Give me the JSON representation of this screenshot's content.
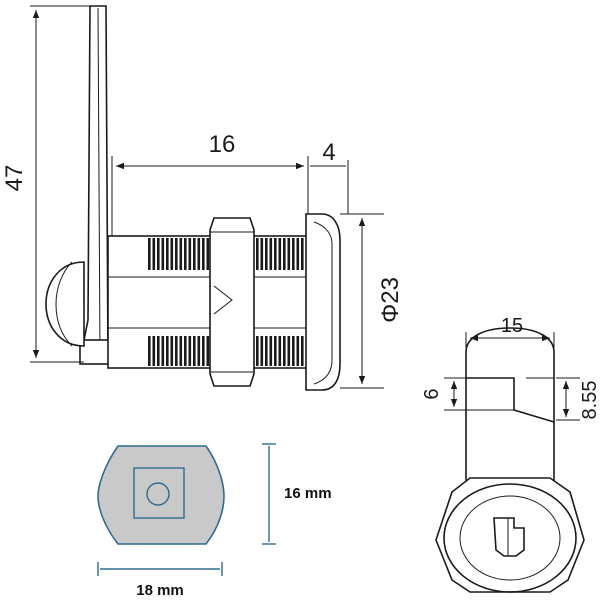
{
  "dimensions": {
    "lever_length": "47",
    "body_length": "16",
    "flange_thickness": "4",
    "flange_diameter": "Φ23",
    "top_width": "15",
    "flat_height": "6",
    "flat_depth": "8.55"
  },
  "cutout": {
    "height_label": "16 mm",
    "width_label": "18 mm"
  },
  "colors": {
    "line": "#1a1a1a",
    "cutout_fill": "#c9c9c9",
    "cutout_outline": "#2f6c8f",
    "cutout_dim": "#2f6c8f"
  }
}
